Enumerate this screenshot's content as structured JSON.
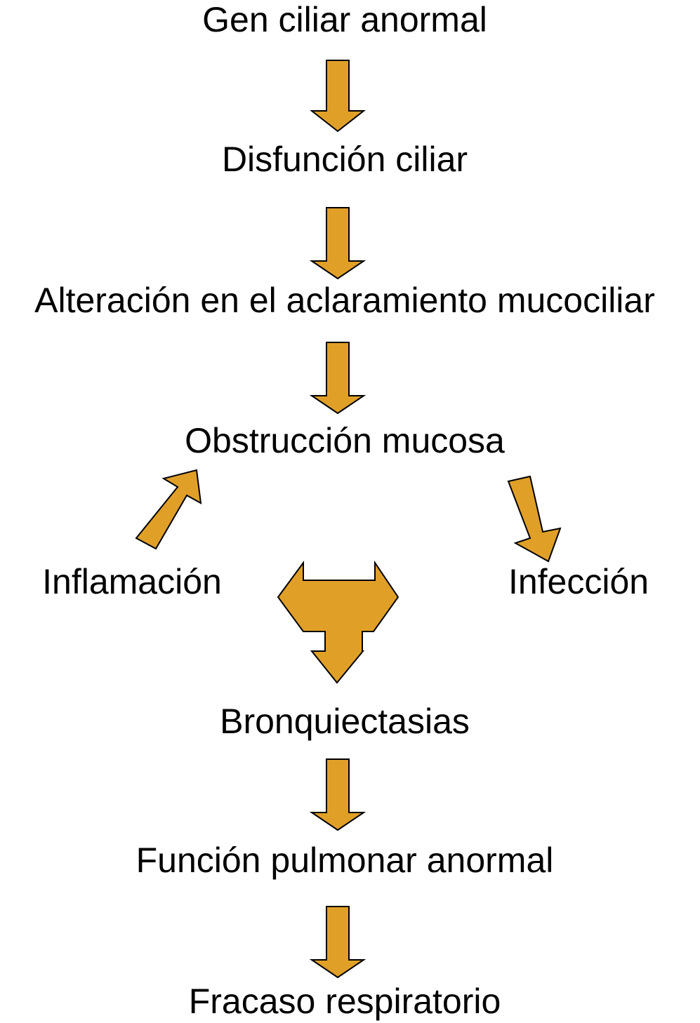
{
  "diagram": {
    "arrow_fill": "#e0a028",
    "arrow_stroke": "#000000",
    "text_color": "#000000",
    "nodes": {
      "gen_ciliar": "Gen ciliar anormal",
      "disfuncion_ciliar": "Disfunción ciliar",
      "alteracion_aclaramiento": "Alteración en el aclaramiento mucociliar",
      "obstruccion_mucosa": "Obstrucción mucosa",
      "inflamacion": "Inflamación",
      "infeccion": "Infección",
      "bronquiectasias": "Bronquiectasias",
      "funcion_pulmonar": "Función pulmonar anormal",
      "fracaso_respiratorio": "Fracaso respiratorio"
    },
    "edges": [
      {
        "from": "gen_ciliar",
        "to": "disfuncion_ciliar"
      },
      {
        "from": "disfuncion_ciliar",
        "to": "alteracion_aclaramiento"
      },
      {
        "from": "alteracion_aclaramiento",
        "to": "obstruccion_mucosa"
      },
      {
        "from": "inflamacion",
        "to": "obstruccion_mucosa"
      },
      {
        "from": "obstruccion_mucosa",
        "to": "infeccion"
      },
      {
        "from": "inflamacion",
        "to": "bronquiectasias",
        "shape": "three-way"
      },
      {
        "from": "infeccion",
        "to": "bronquiectasias",
        "shape": "three-way"
      },
      {
        "from": "bronquiectasias",
        "to": "funcion_pulmonar"
      },
      {
        "from": "funcion_pulmonar",
        "to": "fracaso_respiratorio"
      }
    ]
  }
}
